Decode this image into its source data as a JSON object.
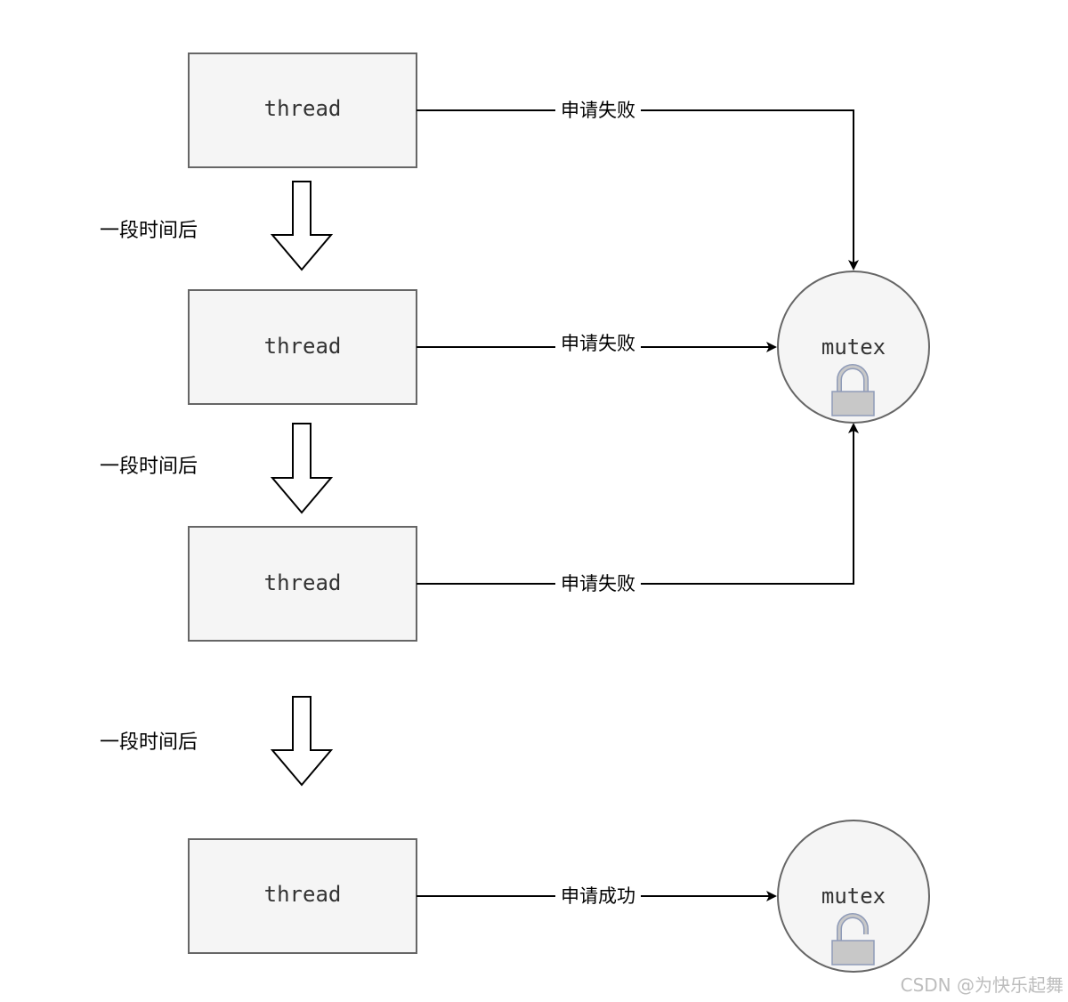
{
  "threads": [
    {
      "label": "thread",
      "arrow_label": "申请失败"
    },
    {
      "label": "thread",
      "arrow_label": "申请失败"
    },
    {
      "label": "thread",
      "arrow_label": "申请失败"
    },
    {
      "label": "thread",
      "arrow_label": "申请成功"
    }
  ],
  "transitions": [
    {
      "label": "一段时间后"
    },
    {
      "label": "一段时间后"
    },
    {
      "label": "一段时间后"
    }
  ],
  "mutexes": [
    {
      "label": "mutex",
      "lock_state": "locked",
      "icon": "lock-icon"
    },
    {
      "label": "mutex",
      "lock_state": "unlocked",
      "icon": "unlock-icon"
    }
  ],
  "watermark": "CSDN @为快乐起舞",
  "colors": {
    "box_fill": "#f5f5f5",
    "box_stroke": "#666666",
    "circle_fill": "#f5f5f5",
    "lock_fill": "#c8c8c8",
    "lock_stroke": "#8f9bb8",
    "line": "#000000"
  }
}
